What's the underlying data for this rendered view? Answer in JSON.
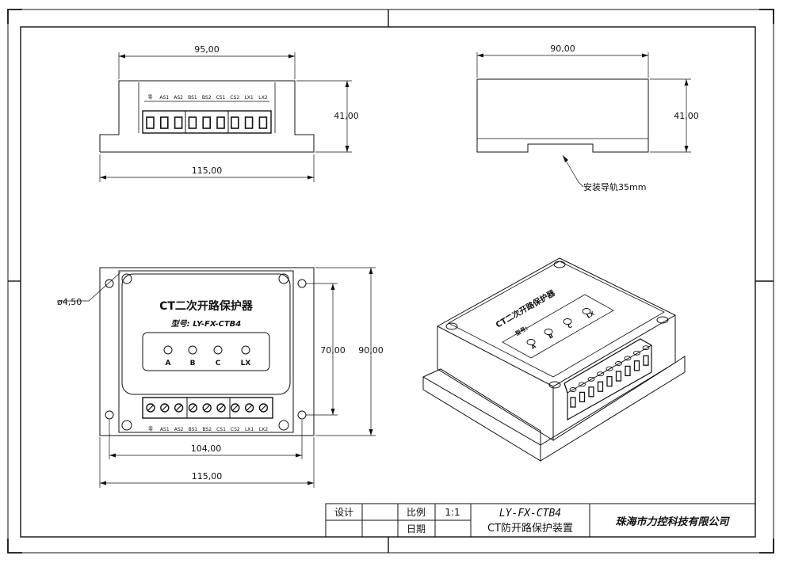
{
  "top_view": {
    "width_label": "95,00",
    "base_width_label": "115,00",
    "height_label": "41,00",
    "terminals": [
      "零",
      "AS1",
      "AS2",
      "BS1",
      "BS2",
      "CS1",
      "CS2",
      "LX1",
      "LX2"
    ]
  },
  "side_view": {
    "width_label": "90,00",
    "height_label": "41,00",
    "rail_note": "安装导轨35mm"
  },
  "front_view": {
    "hole_label": "ø4,50",
    "title": "CT二次开路保护器",
    "model": "型号: LY-FX-CTB4",
    "leds": [
      "A",
      "B",
      "C",
      "LX"
    ],
    "terminals": [
      "零",
      "AS1",
      "AS2",
      "BS1",
      "BS2",
      "CS1",
      "CS2",
      "LX1",
      "LX2"
    ],
    "hole_spacing_v": "70,00",
    "height_label": "90,00",
    "hole_spacing_h": "104,00",
    "width_label": "115,00"
  },
  "iso_view": {
    "title": "CT二次开路保护器",
    "model": "型号:",
    "leds": [
      "A",
      "B",
      "C",
      "LX"
    ]
  },
  "title_block": {
    "design_label": "设计",
    "scale_label": "比例",
    "scale_value": "1:1",
    "date_label": "日期",
    "drawing_no": "LY-FX-CTB4",
    "drawing_name": "CT防开路保护装置",
    "company": "珠海市力控科技有限公司"
  }
}
